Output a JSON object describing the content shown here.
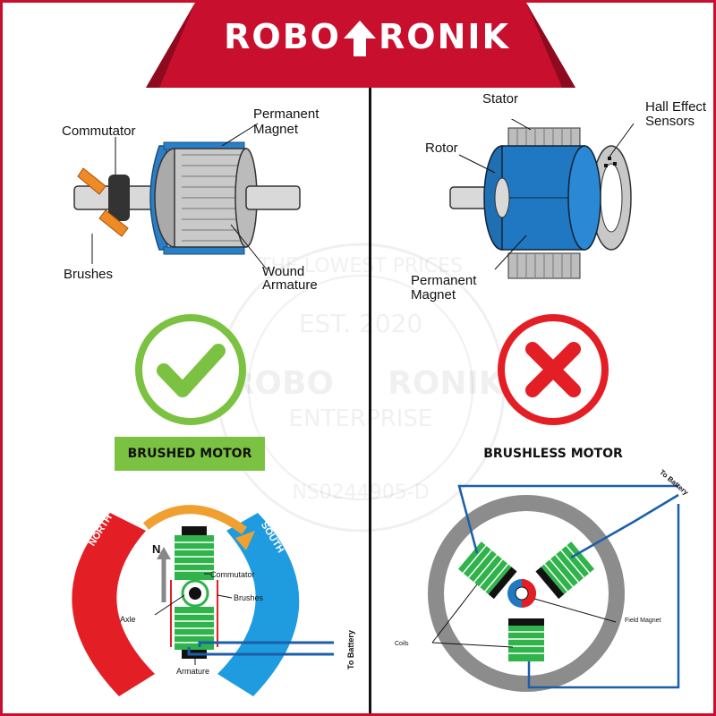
{
  "brand": {
    "left": "ROBO",
    "right": "RONIK",
    "arrow_icon": "up-arrow-icon",
    "color": "#c8102e"
  },
  "watermark": {
    "top": "THE LOWEST PRICES",
    "est": "EST. 2020",
    "name": "ROBO RONIK",
    "sub": "ENTERPRISE",
    "reg": "NS0244905-D"
  },
  "brushed": {
    "labels": {
      "commutator": "Commutator",
      "permanent_magnet_1": "Permanent",
      "permanent_magnet_2": "Magnet",
      "brushes": "Brushes",
      "wound_armature_1": "Wound",
      "wound_armature_2": "Armature"
    },
    "verdict_icon": "check-mark-icon",
    "verdict_color": "#7cc242",
    "caption": "BRUSHED MOTOR",
    "diagram": {
      "north": "NORTH",
      "south": "SOUTH",
      "n": "N",
      "commutator": "Commutator",
      "brushes": "Brushes",
      "axle": "Axle",
      "armature": "Armature",
      "to_battery": "To Battery"
    }
  },
  "brushless": {
    "labels": {
      "stator": "Stator",
      "hall_1": "Hall Effect",
      "hall_2": "Sensors",
      "rotor": "Rotor",
      "permanent_magnet_1": "Permanent",
      "permanent_magnet_2": "Magnet"
    },
    "verdict_icon": "cross-mark-icon",
    "verdict_color": "#e31e24",
    "caption": "BRUSHLESS MOTOR",
    "diagram": {
      "to_battery": "To Battery",
      "field_magnet": "Field Magnet",
      "coils": "Coils"
    }
  }
}
